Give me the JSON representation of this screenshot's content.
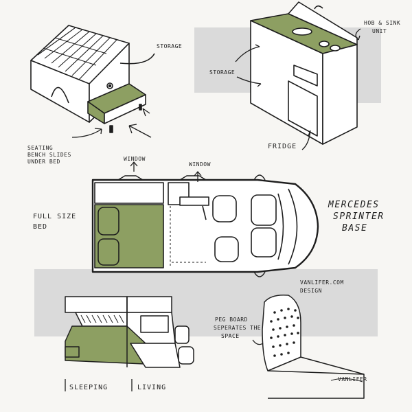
{
  "colors": {
    "background": "#f7f6f3",
    "gray_panel": "#dadada",
    "green": "#8d9f62",
    "ink": "#1e1e1e"
  },
  "labels": {
    "storage_top": "STORAGE",
    "hob_sink_line1": "HOB & SINK",
    "hob_sink_line2": "UNIT",
    "storage_kitchen": "STORAGE",
    "fridge": "FRIDGE",
    "seating_line1": "SEATING",
    "seating_line2": "BENCH SLIDES",
    "seating_line3": "UNDER BED",
    "window_left": "WINDOW",
    "window_right": "WINDOW",
    "full_size_line1": "FULL SIZE",
    "full_size_line2": "BED",
    "base_line1": "MERCEDES",
    "base_line2": "SPRINTER",
    "base_line3": "BASE",
    "design_line1": "VANLIFER.COM",
    "design_line2": "DESIGN",
    "pegboard_line1": "PEG BOARD",
    "pegboard_line2": "SEPERATES THE",
    "pegboard_line3": "SPACE",
    "sleeping": "SLEEPING",
    "living": "LIVING",
    "signature": "VANLIFER"
  }
}
